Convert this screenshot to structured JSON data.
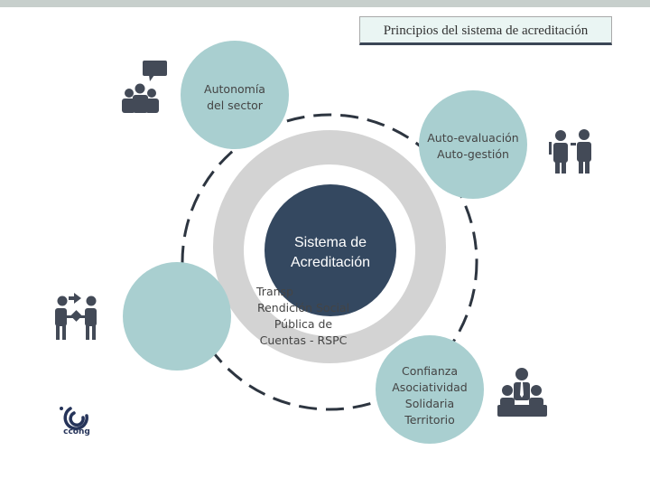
{
  "header": {
    "title": "Principios del sistema de acreditación"
  },
  "diagram": {
    "center_title": [
      "Sistema de",
      "Acreditación"
    ],
    "principles": [
      {
        "lines": [
          "Autonomía",
          "del sector"
        ]
      },
      {
        "lines": [
          "Auto-evaluación",
          "Auto-gestión"
        ]
      },
      {
        "lines": [
          "Transp",
          "Rendición Social",
          "Pública de",
          "Cuentas - RSPC"
        ]
      },
      {
        "lines": [
          "Confianza",
          "Asociatividad",
          "Solidaria",
          "Territorio"
        ]
      }
    ]
  },
  "logo": {
    "text": "ccong"
  },
  "icons": [
    "discussion-group-icon",
    "team-leaders-icon",
    "exchange-handshake-icon",
    "meeting-leader-icon"
  ],
  "colors": {
    "teal": "#a9cfd0",
    "navy": "#344860",
    "ring": "#d3d3d3",
    "icon": "#434a57",
    "logo_blue": "#26345a"
  }
}
